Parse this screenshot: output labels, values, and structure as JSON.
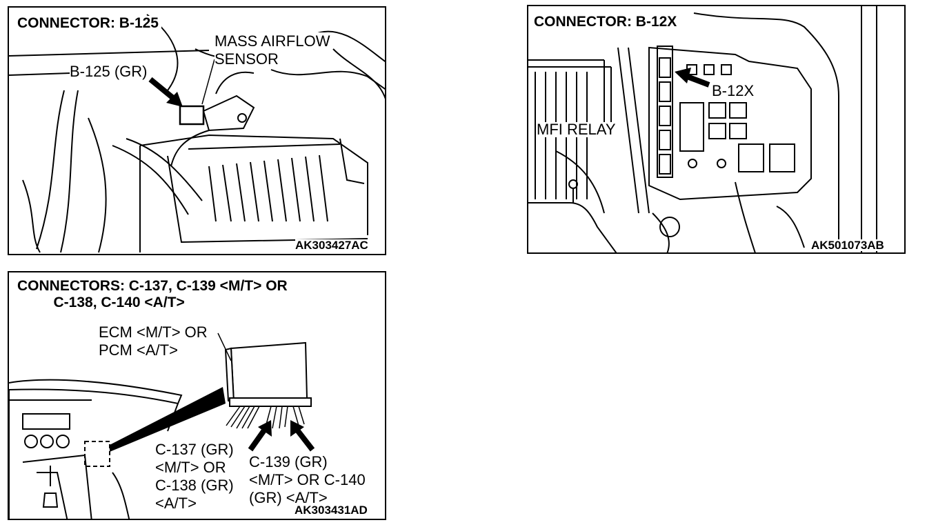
{
  "panels": [
    {
      "title": "CONNECTOR: B-125",
      "labels": {
        "sensor": "MASS AIRFLOW\nSENSOR",
        "connector": "B-125 (GR)"
      },
      "code": "AK303427AC"
    },
    {
      "title": "CONNECTOR: B-12X",
      "labels": {
        "relay": "MFI RELAY",
        "connector": "B-12X"
      },
      "code": "AK501073AB"
    },
    {
      "title": "CONNECTORS: C-137, C-139 <M/T> OR\n         C-138, C-140 <A/T>",
      "labels": {
        "module": "ECM <M/T> OR\nPCM <A/T>",
        "left_conn": "C-137 (GR)\n<M/T> OR\nC-138 (GR)\n<A/T>",
        "right_conn": "C-139 (GR)\n<M/T> OR C-140\n(GR) <A/T>"
      },
      "code": "AK303431AD"
    }
  ]
}
